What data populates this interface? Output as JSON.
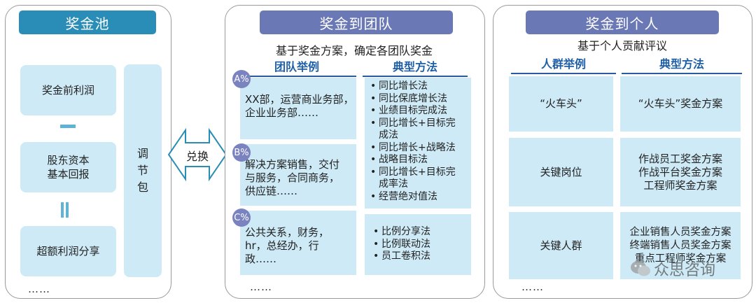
{
  "pool": {
    "title": "奖金池",
    "items": [
      "奖金前利润",
      "股东资本\n基本回报",
      "超额利润分享"
    ],
    "adjust_label": "调\n节\n包",
    "ellipsis": "……"
  },
  "exchange": {
    "label": "兑换"
  },
  "team": {
    "title": "奖金到团队",
    "subtitle": "基于奖金方案，确定各团队奖金",
    "col_example": "团队举例",
    "col_method": "典型方法",
    "rows": [
      {
        "badge": "A%",
        "example": "XX部，运营商业务部，\n企业业务部……"
      },
      {
        "badge": "B%",
        "example": "解决方案销售，交付\n与服务，合同商务，\n供应链……"
      },
      {
        "badge": "C%",
        "example": "公共关系，财务，\nhr，总经办，行\n政……"
      }
    ],
    "methods_top": [
      "同比增长法",
      "同比保底增长法",
      "业绩目标完成法",
      "同比增长+目标完\n成法",
      "同比增长+战略法",
      "战略目标法",
      "同比增长+目标完\n成率法",
      "经营绝对值法"
    ],
    "methods_bottom": [
      "比例分享法",
      "比例联动法",
      "员工卷积法"
    ],
    "ellipsis": "……"
  },
  "individual": {
    "title": "奖金到个人",
    "subtitle": "基于个人贡献评议",
    "col_example": "人群举例",
    "col_method": "典型方法",
    "rows": [
      {
        "group": "“火车头”",
        "method": "“火车头”奖金方案"
      },
      {
        "group": "关键岗位",
        "method": "作战员工奖金方案\n作战平台奖金方案\n工程师奖金方案"
      },
      {
        "group": "关键人群",
        "method": "企业销售人员奖金方案\n终端销售人员奖金方案\n重点工程师奖金方案"
      }
    ],
    "ellipsis": "……",
    "watermark": "众思咨询"
  },
  "colors": {
    "teal": "#2a8db8",
    "purple": "#6a78b5",
    "box": "#cdeaf6",
    "head_text": "#1f5fa8"
  }
}
